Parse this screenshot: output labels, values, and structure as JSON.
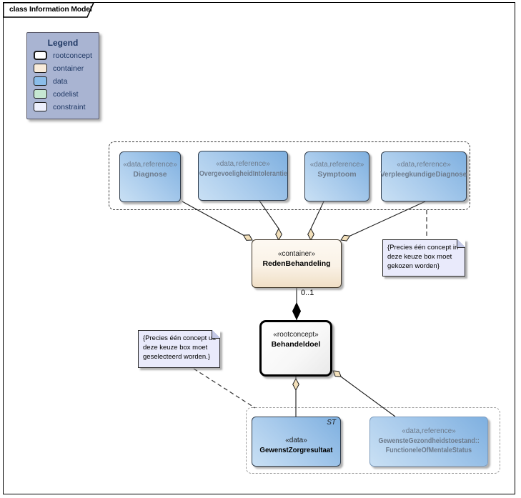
{
  "frame": {
    "title": "class Information Model"
  },
  "legend": {
    "title": "Legend",
    "items": [
      {
        "label": "rootconcept",
        "color": "#ffffff"
      },
      {
        "label": "container",
        "color": "#f9ecdb"
      },
      {
        "label": "data",
        "color": "#8bbde9"
      },
      {
        "label": "codelist",
        "color": "#c6e7d2"
      },
      {
        "label": "constraint",
        "color": "#edeffc"
      }
    ]
  },
  "nodes": {
    "diagnose": {
      "stereotype": "«data,reference»",
      "name": "Diagnose"
    },
    "overgevoeligheid": {
      "stereotype": "«data,reference»",
      "name": "OvergevoeligheidIntolerantie"
    },
    "symptoom": {
      "stereotype": "«data,reference»",
      "name": "Symptoom"
    },
    "verpleegkundige_diagnose": {
      "stereotype": "«data,reference»",
      "name": "VerpleegkundigeDiagnose"
    },
    "reden_behandeling": {
      "stereotype": "«container»",
      "name": "RedenBehandeling"
    },
    "behandeldoel": {
      "stereotype": "«rootconcept»",
      "name": "Behandeldoel"
    },
    "gewenst_zorgresultaat": {
      "stereotype": "«data»",
      "name": "GewenstZorgresultaat",
      "tag": "ST"
    },
    "gewenste_gezondheidstoestand": {
      "stereotype": "«data,reference»",
      "name_line1": "GewensteGezondheidstoestand::",
      "name_line2": "FunctioneleOfMentaleStatus"
    }
  },
  "notes": {
    "keuze_top": "{Precies één concept in deze keuze box moet gekozen worden}",
    "keuze_bottom": "{Precies één concept uit deze keuze box moet geselecteerd worden.}"
  },
  "connectors": {
    "multiplicity": "0..1"
  },
  "colors": {
    "data_fill": "#8bbde9",
    "container_fill": "#f6e8d4",
    "note_fill": "#e9eafb",
    "diamond_fill": "#f3e0ba",
    "legend_bg": "#a9b4d2",
    "muted_text": "#6d7b8c",
    "legend_text": "#1f3864"
  }
}
